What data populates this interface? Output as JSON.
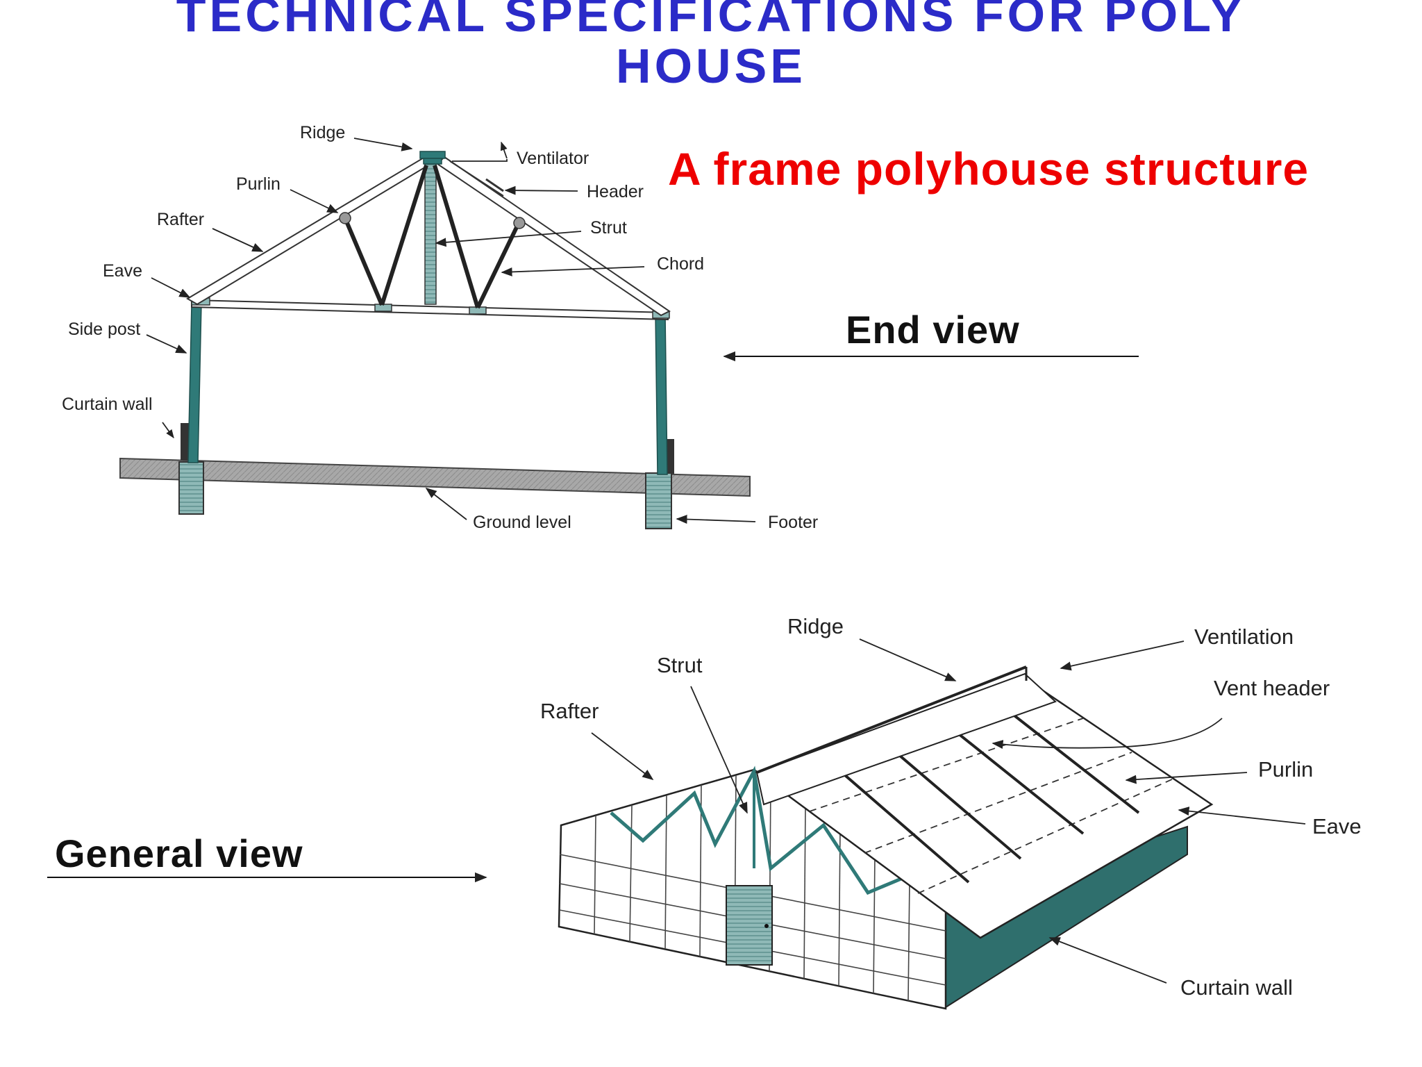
{
  "slide": {
    "title_line1": "TECHNICAL SPECIFICATIONS FOR POLY",
    "title_line2": "HOUSE",
    "heading": "A frame polyhouse structure",
    "end_view_caption": "End view",
    "general_view_caption": "General view"
  },
  "end_view": {
    "labels": {
      "ridge": "Ridge",
      "ventilator": "Ventilator",
      "purlin": "Purlin",
      "header": "Header",
      "rafter": "Rafter",
      "strut": "Strut",
      "eave": "Eave",
      "chord": "Chord",
      "side_post": "Side post",
      "curtain_wall": "Curtain wall",
      "ground_level": "Ground level",
      "footer": "Footer"
    }
  },
  "general_view": {
    "labels": {
      "ridge": "Ridge",
      "ventilation": "Ventilation",
      "strut": "Strut",
      "vent_header": "Vent header",
      "rafter": "Rafter",
      "purlin": "Purlin",
      "eave": "Eave",
      "curtain_wall": "Curtain wall"
    }
  },
  "colors": {
    "title": "#2b2bc8",
    "heading": "#ee0000",
    "frame_teal": "#2f7a78"
  }
}
